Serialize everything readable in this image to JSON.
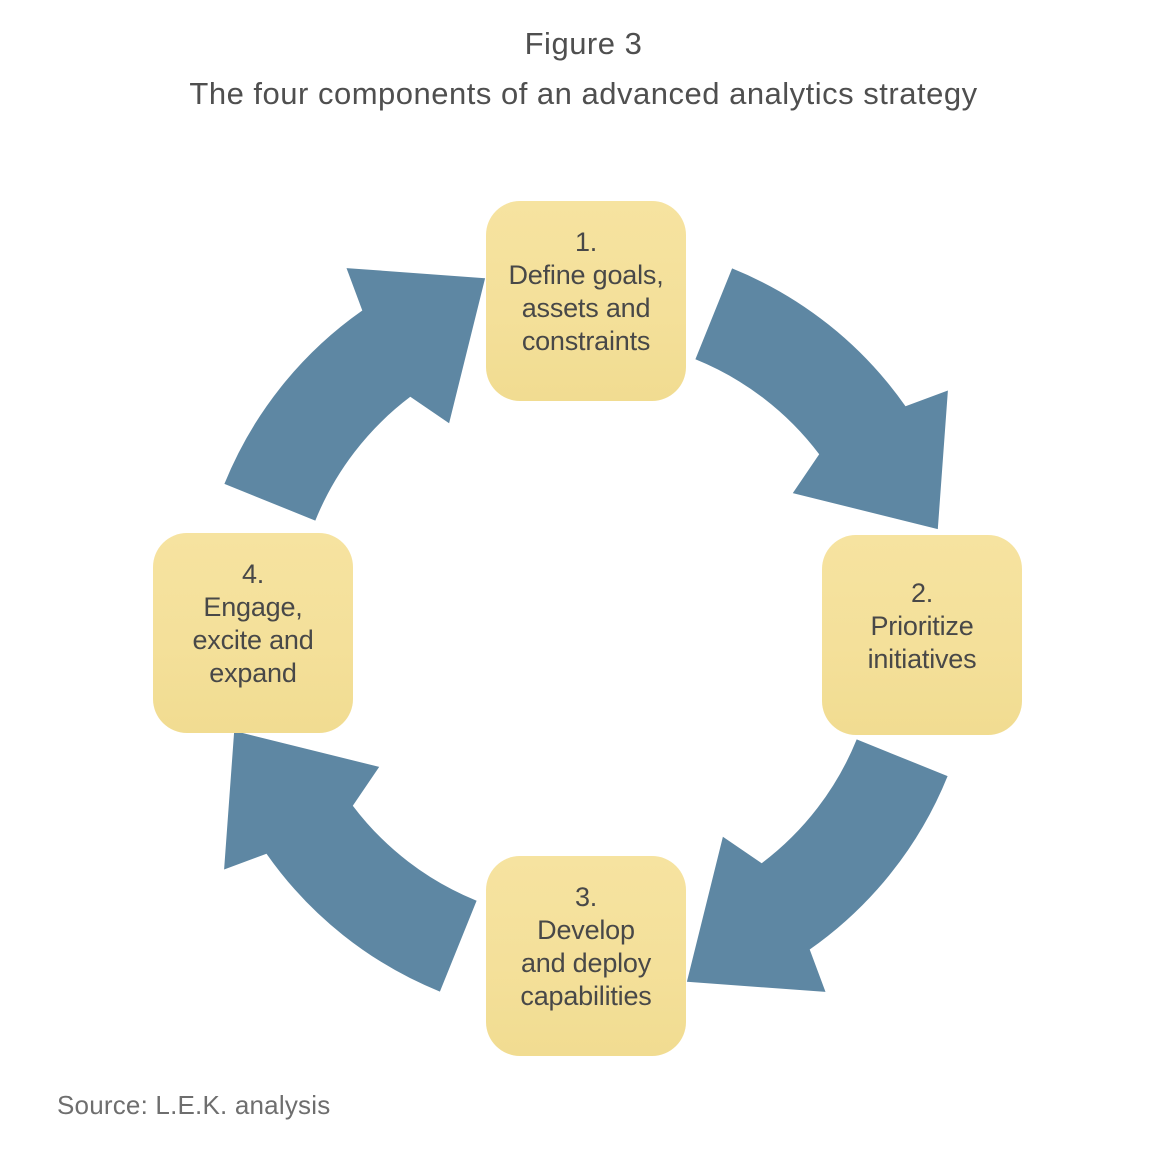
{
  "figure": {
    "label": "Figure 3",
    "title": "The four components of an advanced analytics strategy"
  },
  "diagram": {
    "type": "cycle",
    "direction": "clockwise",
    "nodes": [
      {
        "position": "top",
        "number": "1.",
        "lines": [
          "Define goals,",
          "assets and",
          "constraints"
        ]
      },
      {
        "position": "right",
        "number": "2.",
        "lines": [
          "Prioritize",
          "initiatives"
        ]
      },
      {
        "position": "bottom",
        "number": "3.",
        "lines": [
          "Develop",
          "and deploy",
          "capabilities"
        ]
      },
      {
        "position": "left",
        "number": "4.",
        "lines": [
          "Engage,",
          "excite and",
          "expand"
        ]
      }
    ],
    "colors": {
      "node_fill": "#F5E19C",
      "arrow": "#5E87A3",
      "node_text": "#484848",
      "title_text": "#4F4F4F",
      "source_text": "#6E6E6E"
    }
  },
  "source_line": "Source: L.E.K. analysis"
}
